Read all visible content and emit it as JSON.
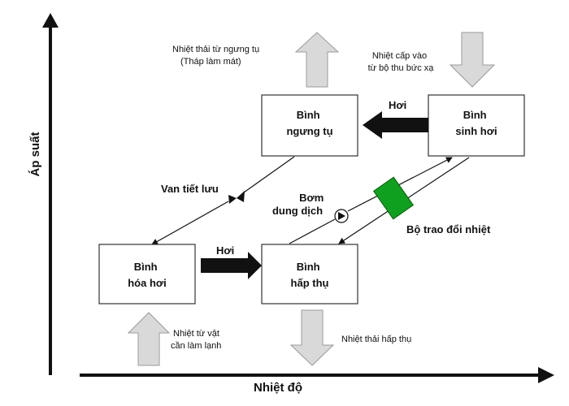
{
  "axes": {
    "y_label": "Áp suất",
    "x_label": "Nhiệt độ"
  },
  "boxes": {
    "condenser": [
      "Bình",
      "ngưng tụ"
    ],
    "generator": [
      "Bình",
      "sinh hơi"
    ],
    "evaporator": [
      "Bình",
      "hóa hơi"
    ],
    "absorber": [
      "Bình",
      "hấp thụ"
    ]
  },
  "flow_labels": {
    "vapor_top": "Hơi",
    "vapor_bottom": "Hơi",
    "valve": "Van tiết lưu",
    "pump": [
      "Bơm",
      "dung dịch"
    ],
    "heat_exchanger": "Bộ trao đổi nhiệt"
  },
  "heat_labels": {
    "condenser_out": [
      "Nhiệt thải từ ngưng tụ",
      "(Tháp làm mát)"
    ],
    "generator_in": [
      "Nhiệt cấp vào",
      "từ bộ thu bức xạ"
    ],
    "evaporator_in": [
      "Nhiệt từ vật",
      "cần làm lạnh"
    ],
    "absorber_out": [
      "Nhiệt thải hấp thụ"
    ]
  },
  "colors": {
    "heat_exchanger": "#10a020",
    "heat_arrow": "#d9d9d9"
  }
}
